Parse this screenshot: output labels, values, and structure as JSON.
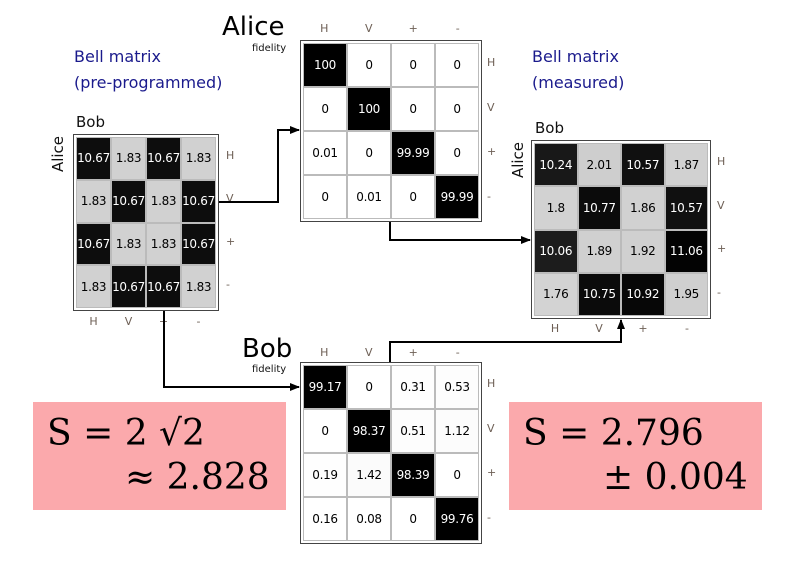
{
  "titles": {
    "left_line1": "Bell matrix",
    "left_line2": "(pre-programmed)",
    "right_line1": "Bell matrix",
    "right_line2": "(measured)"
  },
  "colors": {
    "title": "#1a1a8c",
    "pink": "#fba9ac",
    "label": "#6d5f55"
  },
  "basis": [
    "H",
    "V",
    "+",
    "-"
  ],
  "preprogrammed": {
    "col_header": "Bob",
    "row_header": "Alice",
    "rows": [
      [
        "10.67",
        "1.83",
        "10.67",
        "1.83"
      ],
      [
        "1.83",
        "10.67",
        "1.83",
        "10.67"
      ],
      [
        "10.67",
        "1.83",
        "1.83",
        "10.67"
      ],
      [
        "1.83",
        "10.67",
        "10.67",
        "1.83"
      ]
    ]
  },
  "alice_fidelity": {
    "name": "Alice",
    "sub": "fidelity",
    "rows": [
      [
        "100",
        "0",
        "0",
        "0"
      ],
      [
        "0",
        "100",
        "0",
        "0"
      ],
      [
        "0.01",
        "0",
        "99.99",
        "0"
      ],
      [
        "0",
        "0.01",
        "0",
        "99.99"
      ]
    ]
  },
  "bob_fidelity": {
    "name": "Bob",
    "sub": "fidelity",
    "rows": [
      [
        "99.17",
        "0",
        "0.31",
        "0.53"
      ],
      [
        "0",
        "98.37",
        "0.51",
        "1.12"
      ],
      [
        "0.19",
        "1.42",
        "98.39",
        "0"
      ],
      [
        "0.16",
        "0.08",
        "0",
        "99.76"
      ]
    ]
  },
  "measured": {
    "col_header": "Bob",
    "row_header": "Alice",
    "rows": [
      [
        "10.24",
        "2.01",
        "10.57",
        "1.87"
      ],
      [
        "1.8",
        "10.77",
        "1.86",
        "10.57"
      ],
      [
        "10.06",
        "1.89",
        "1.92",
        "11.06"
      ],
      [
        "1.76",
        "10.75",
        "10.92",
        "1.95"
      ]
    ]
  },
  "results": {
    "theory_line1": "S = 2 √2",
    "theory_line2": "≈ 2.828",
    "measured_line1": "S = 2.796",
    "measured_line2": "± 0.004"
  }
}
